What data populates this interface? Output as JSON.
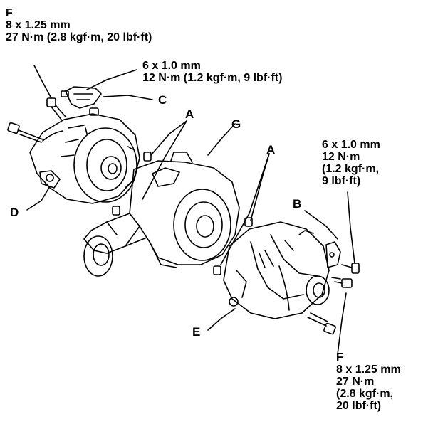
{
  "specs": {
    "f_top": {
      "letter": "F",
      "size": "8 x 1.25 mm",
      "torque": "27 N·m (2.8 kgf·m, 20 lbf·ft)"
    },
    "c_bolt": {
      "size": "6 x 1.0 mm",
      "torque": "12 N·m (1.2 kgf·m, 9 lbf·ft)"
    },
    "b_bolt": {
      "size": "6 x 1.0 mm",
      "torque_line1": "12 N·m",
      "torque_line2": "(1.2 kgf·m,",
      "torque_line3": "9 lbf·ft)"
    },
    "f_bottom": {
      "letter": "F",
      "size": "8 x 1.25 mm",
      "torque_line1": "27 N·m",
      "torque_line2": "(2.8 kgf·m,",
      "torque_line3": "20 lbf·ft)"
    }
  },
  "callouts": {
    "a1": "A",
    "a2": "A",
    "b": "B",
    "c": "C",
    "d": "D",
    "e": "E",
    "g": "G"
  }
}
